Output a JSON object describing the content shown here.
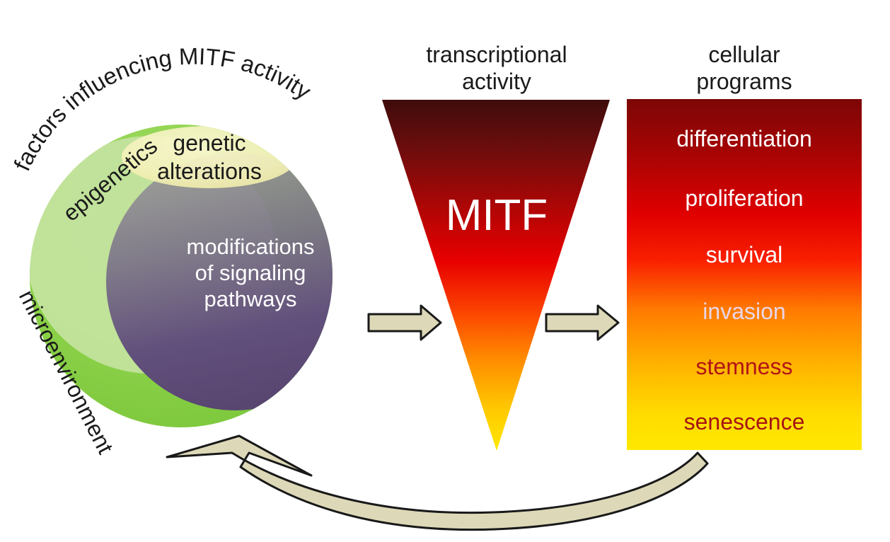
{
  "figure": {
    "title": "MITF activity regulation and cellular output schematic",
    "background_color": "#ffffff"
  },
  "venn": {
    "outer_label": "factors influencing MITF activity",
    "outer_circle_color": "#8dd24a",
    "regions": [
      {
        "key": "genetic",
        "label_lines": [
          "genetic",
          "alterations"
        ],
        "fill": "#f5f3bd",
        "text_color": "#1a1a1a"
      },
      {
        "key": "epigenetics",
        "label_lines": [
          "epigenetics"
        ],
        "fill": "#b9de8e",
        "text_color": "#1a1a1a"
      },
      {
        "key": "microenvironment",
        "label_lines": [
          "microenvironment"
        ],
        "fill": "#8dd24a",
        "text_color": "#1a1a1a"
      },
      {
        "key": "signaling",
        "label_lines": [
          "modifications",
          "of signaling",
          "pathways"
        ],
        "fill": "#5e4d77",
        "text_color": "#ffffff"
      }
    ]
  },
  "funnel": {
    "heading_lines": [
      "transcriptional",
      "activity"
    ],
    "label": "MITF",
    "label_color": "#ffffff",
    "gradient": [
      "#3f0c0c",
      "#7d0f0f",
      "#e00000",
      "#fb3b00",
      "#ff8c00",
      "#ffc400",
      "#ffe800"
    ]
  },
  "programs": {
    "heading_lines": [
      "cellular",
      "programs"
    ],
    "gradient": [
      "#7d0606",
      "#b00404",
      "#e60000",
      "#fa3a00",
      "#ff8a00",
      "#ffc200",
      "#ffe800"
    ],
    "items": [
      {
        "label": "differentiation",
        "color": "#ffffff"
      },
      {
        "label": "proliferation",
        "color": "#ffffff"
      },
      {
        "label": "survival",
        "color": "#ffffff"
      },
      {
        "label": "invasion",
        "color": "#e9d6e8"
      },
      {
        "label": "stemness",
        "color": "#b21515"
      },
      {
        "label": "senescence",
        "color": "#a81414"
      }
    ]
  },
  "arrows": {
    "fill": "#ddd9b8",
    "stroke": "#191919",
    "items": [
      {
        "key": "venn-to-funnel",
        "direction": "right"
      },
      {
        "key": "funnel-to-programs",
        "direction": "right"
      },
      {
        "key": "feedback-loop",
        "direction": "up-left"
      }
    ]
  }
}
